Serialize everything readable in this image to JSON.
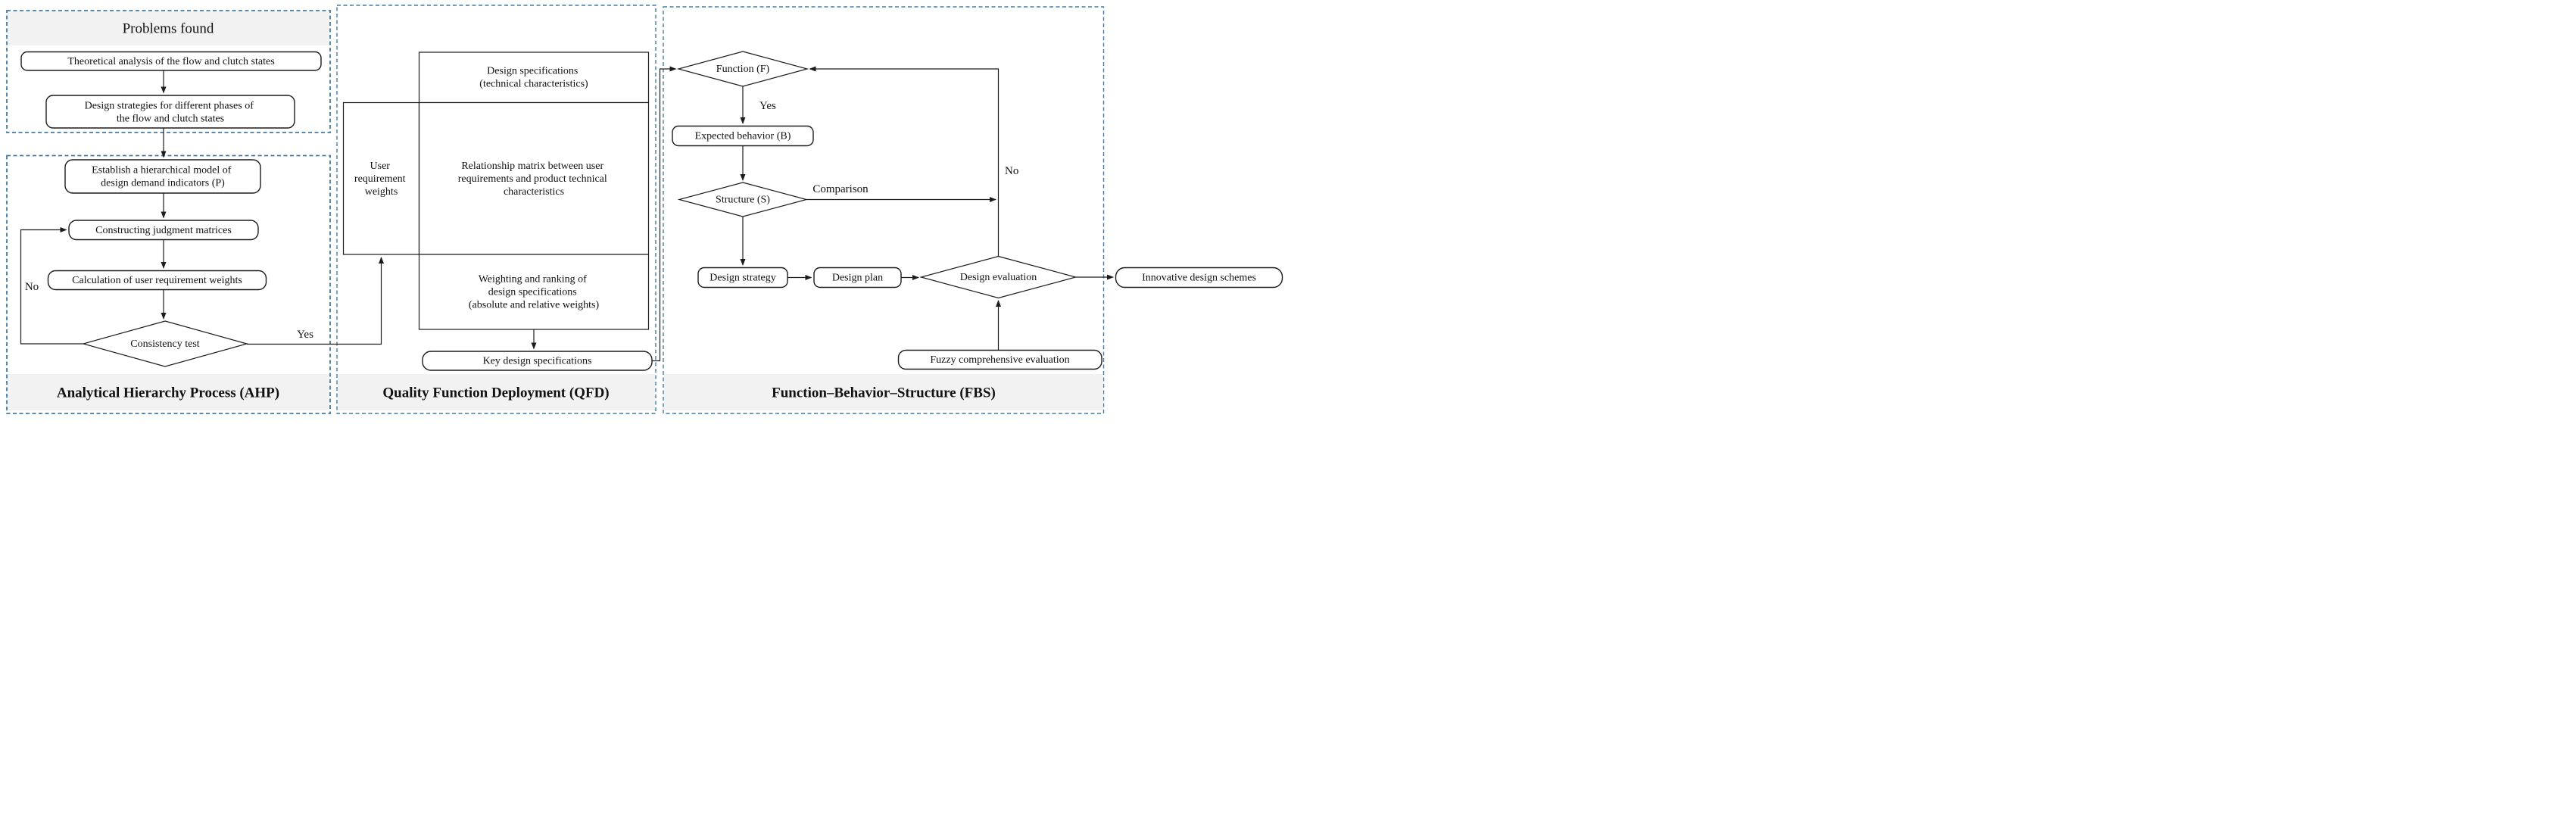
{
  "colors": {
    "panel_border": "#3f7cab",
    "band": "#f2f2f2",
    "line": "#1c1c1c"
  },
  "problems": {
    "title": "Problems found",
    "theoretical": "Theoretical analysis of the flow and clutch states",
    "strategies": [
      "Design strategies for different phases of",
      "the flow and clutch states"
    ]
  },
  "ahp": {
    "establish": [
      "Establish a hierarchical model of",
      "design demand indicators (P)"
    ],
    "constructing": "Constructing judgment matrices",
    "calculation": "Calculation of user requirement weights",
    "consistency": "Consistency test",
    "yes": "Yes",
    "no": "No",
    "footer": "Analytical Hierarchy Process (AHP)"
  },
  "qfd": {
    "design_specs": [
      "Design specifications",
      "(technical characteristics)"
    ],
    "user_weights": [
      "User",
      "requirement",
      "weights"
    ],
    "relationship": [
      "Relationship matrix between user",
      "requirements and product technical",
      "characteristics"
    ],
    "weighting": [
      "Weighting and ranking of",
      "design specifications",
      "(absolute and relative weights)"
    ],
    "key_specs": "Key design specifications",
    "footer": "Quality Function Deployment (QFD)"
  },
  "fbs": {
    "function": "Function (F)",
    "yes": "Yes",
    "expected": "Expected behavior (B)",
    "structure": "Structure (S)",
    "comparison": "Comparison",
    "no": "No",
    "strategy": "Design strategy",
    "plan": "Design plan",
    "evaluation": "Design evaluation",
    "fuzzy": "Fuzzy comprehensive evaluation",
    "innovative": "Innovative design schemes",
    "footer": "Function–Behavior–Structure (FBS)"
  }
}
